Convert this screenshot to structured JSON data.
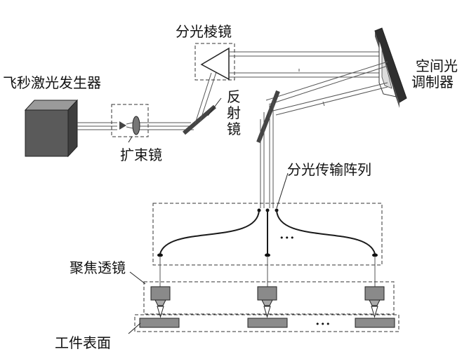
{
  "labels": {
    "beam_splitter_prism": "分光棱镜",
    "femtosecond_laser": "飞秒激光发生器",
    "spatial_light_modulator_line1": "空间光",
    "spatial_light_modulator_line2": "调制器",
    "mirror": "反射镜",
    "beam_expander": "扩束镜",
    "split_transmission_array": "分光传输阵列",
    "focusing_lens": "聚焦透镜",
    "workpiece_surface": "工件表面"
  },
  "ellipsis": {
    "array": "•••",
    "workpiece": "•••"
  },
  "colors": {
    "laser_body": "#5a5a5a",
    "slm_frame": "#4a4a4a",
    "lens_body": "#8a8a8a",
    "workpiece": "#8c8c8c",
    "line": "#1a1a1a"
  }
}
